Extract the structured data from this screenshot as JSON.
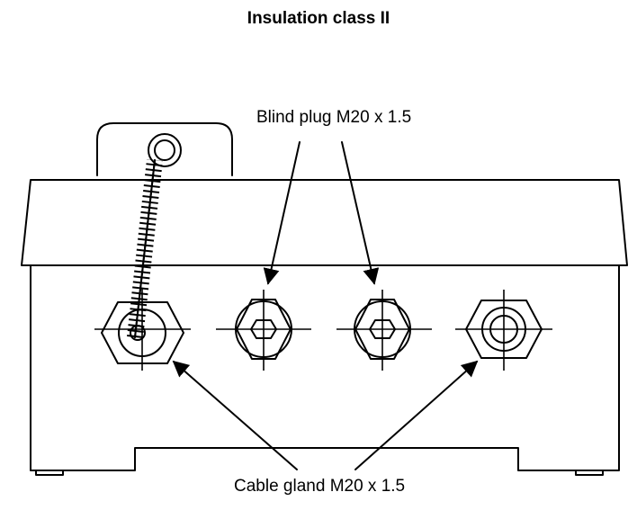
{
  "title": "Insulation class II",
  "labels": {
    "blind_plug": "Blind plug M20 x 1.5",
    "cable_gland": "Cable gland M20 x 1.5"
  },
  "colors": {
    "line": "#000000",
    "background": "#ffffff"
  }
}
